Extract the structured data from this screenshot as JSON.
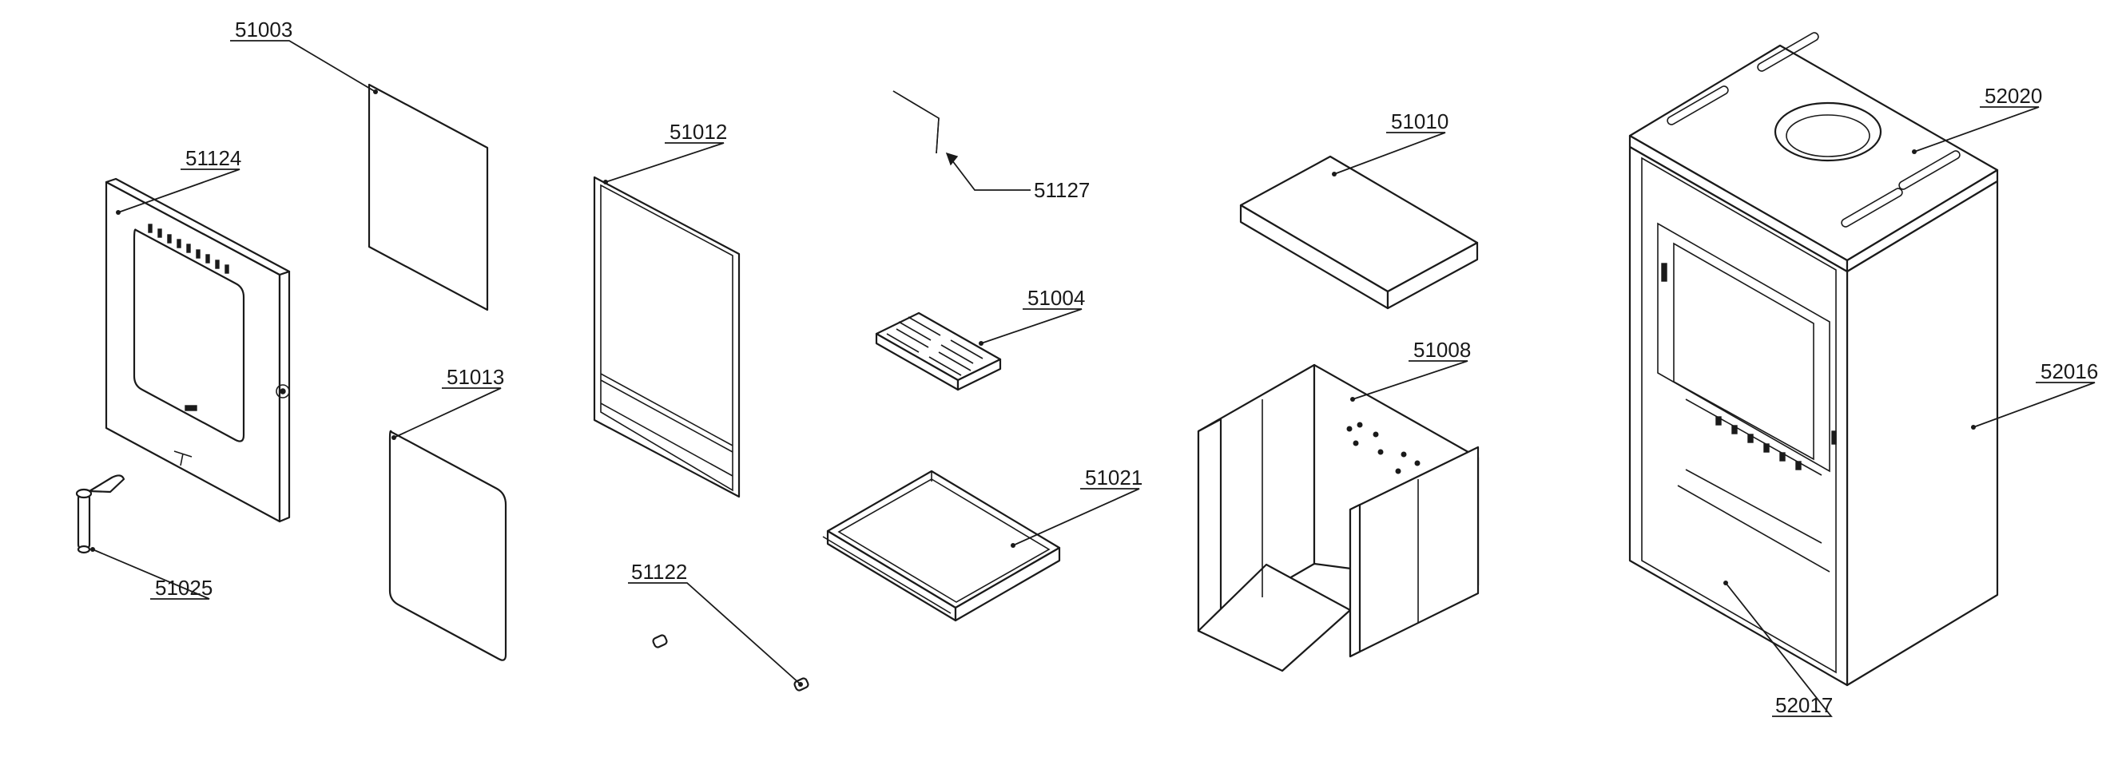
{
  "diagram": {
    "callouts": {
      "c51003": "51003",
      "c51124": "51124",
      "c51025": "51025",
      "c51013": "51013",
      "c51012": "51012",
      "c51122": "51122",
      "c51127": "51127",
      "c51004": "51004",
      "c51021": "51021",
      "c51010": "51010",
      "c51008": "51008",
      "c52020": "52020",
      "c52016": "52016",
      "c52017": "52017"
    }
  }
}
